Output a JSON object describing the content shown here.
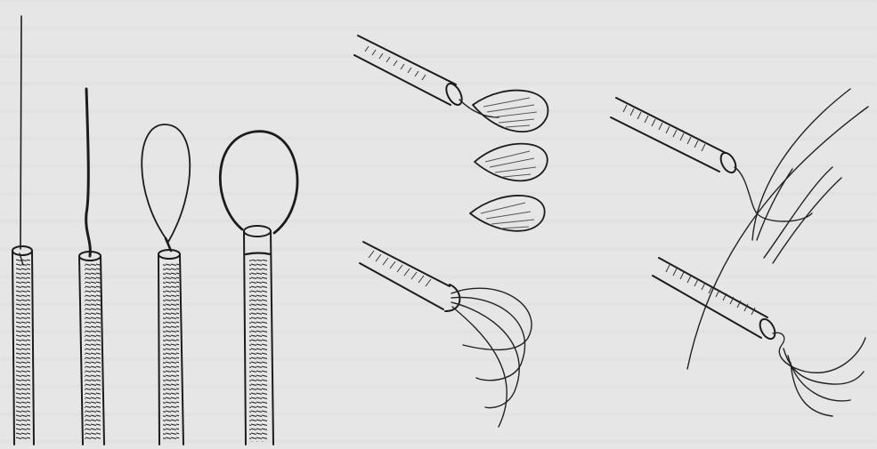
{
  "figure": {
    "panels": [
      {
        "id": "tube-steps",
        "label": ""
      },
      {
        "id": "loop-drops",
        "label": ""
      },
      {
        "id": "vessel-insertion",
        "label": ""
      }
    ],
    "colors": {
      "paper": "#e6e6e6",
      "ink": "#1c1c1c"
    }
  }
}
